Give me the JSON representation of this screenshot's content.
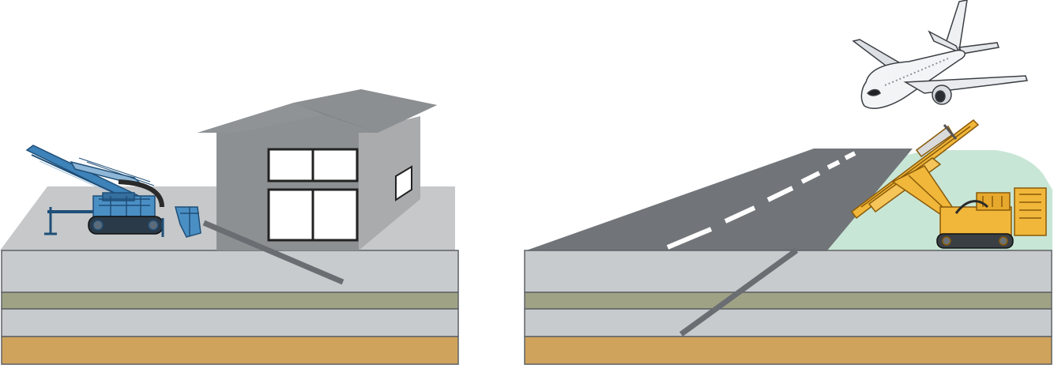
{
  "panels": [
    {
      "id": "left",
      "scenario": "building",
      "surface_color": "#c6c8ca",
      "layers": [
        {
          "name": "upper-gray-layer",
          "color": "#c8cbce"
        },
        {
          "name": "olive-layer",
          "color": "#a0a285"
        },
        {
          "name": "lower-gray-layer",
          "color": "#c8cbce"
        },
        {
          "name": "sand-layer",
          "color": "#cfa35c"
        }
      ],
      "rig_color": "#3d82b8"
    },
    {
      "id": "right",
      "scenario": "runway",
      "surface_color": "#c8e6d6",
      "layers": [
        {
          "name": "upper-gray-layer",
          "color": "#c8cbce"
        },
        {
          "name": "olive-layer",
          "color": "#a0a285"
        },
        {
          "name": "lower-gray-layer",
          "color": "#c8cbce"
        },
        {
          "name": "sand-layer",
          "color": "#cfa35c"
        }
      ],
      "rig_color": "#f0b73a"
    }
  ],
  "icons": [
    "drill-rig-icon",
    "house-icon",
    "runway-icon",
    "airplane-icon"
  ]
}
